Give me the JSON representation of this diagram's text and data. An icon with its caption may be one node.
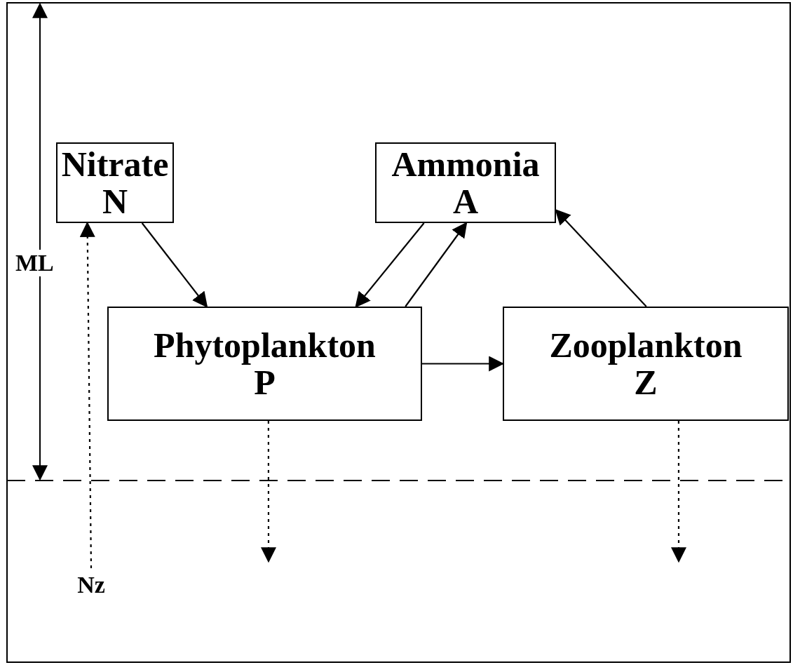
{
  "diagram": {
    "nodes": [
      {
        "text": [
          "Nitrate",
          "N"
        ]
      },
      {
        "text": [
          "Ammonia",
          "A"
        ]
      },
      {
        "text": [
          "Phytoplankton",
          "P"
        ]
      },
      {
        "text": [
          "Zooplankton",
          "Z"
        ]
      },
      {
        "text": [
          "Nz"
        ]
      }
    ],
    "edges": [
      {
        "from": 0,
        "to": 2,
        "arrow": "to"
      },
      {
        "from": 1,
        "to": 2,
        "arrow": "to"
      },
      {
        "from": 2,
        "to": 1,
        "arrow": "to"
      },
      {
        "from": 3,
        "to": 1,
        "arrow": "to"
      },
      {
        "from": 2,
        "to": 3,
        "arrow": "to"
      },
      {
        "from": 4,
        "to": 0,
        "arrow": "to",
        "style": "dashed"
      },
      {
        "from": 2,
        "to": null,
        "arrow": "to",
        "style": "dashed"
      },
      {
        "from": 3,
        "to": null,
        "arrow": "to",
        "style": "dashed"
      }
    ],
    "labels": [
      "ML"
    ]
  }
}
